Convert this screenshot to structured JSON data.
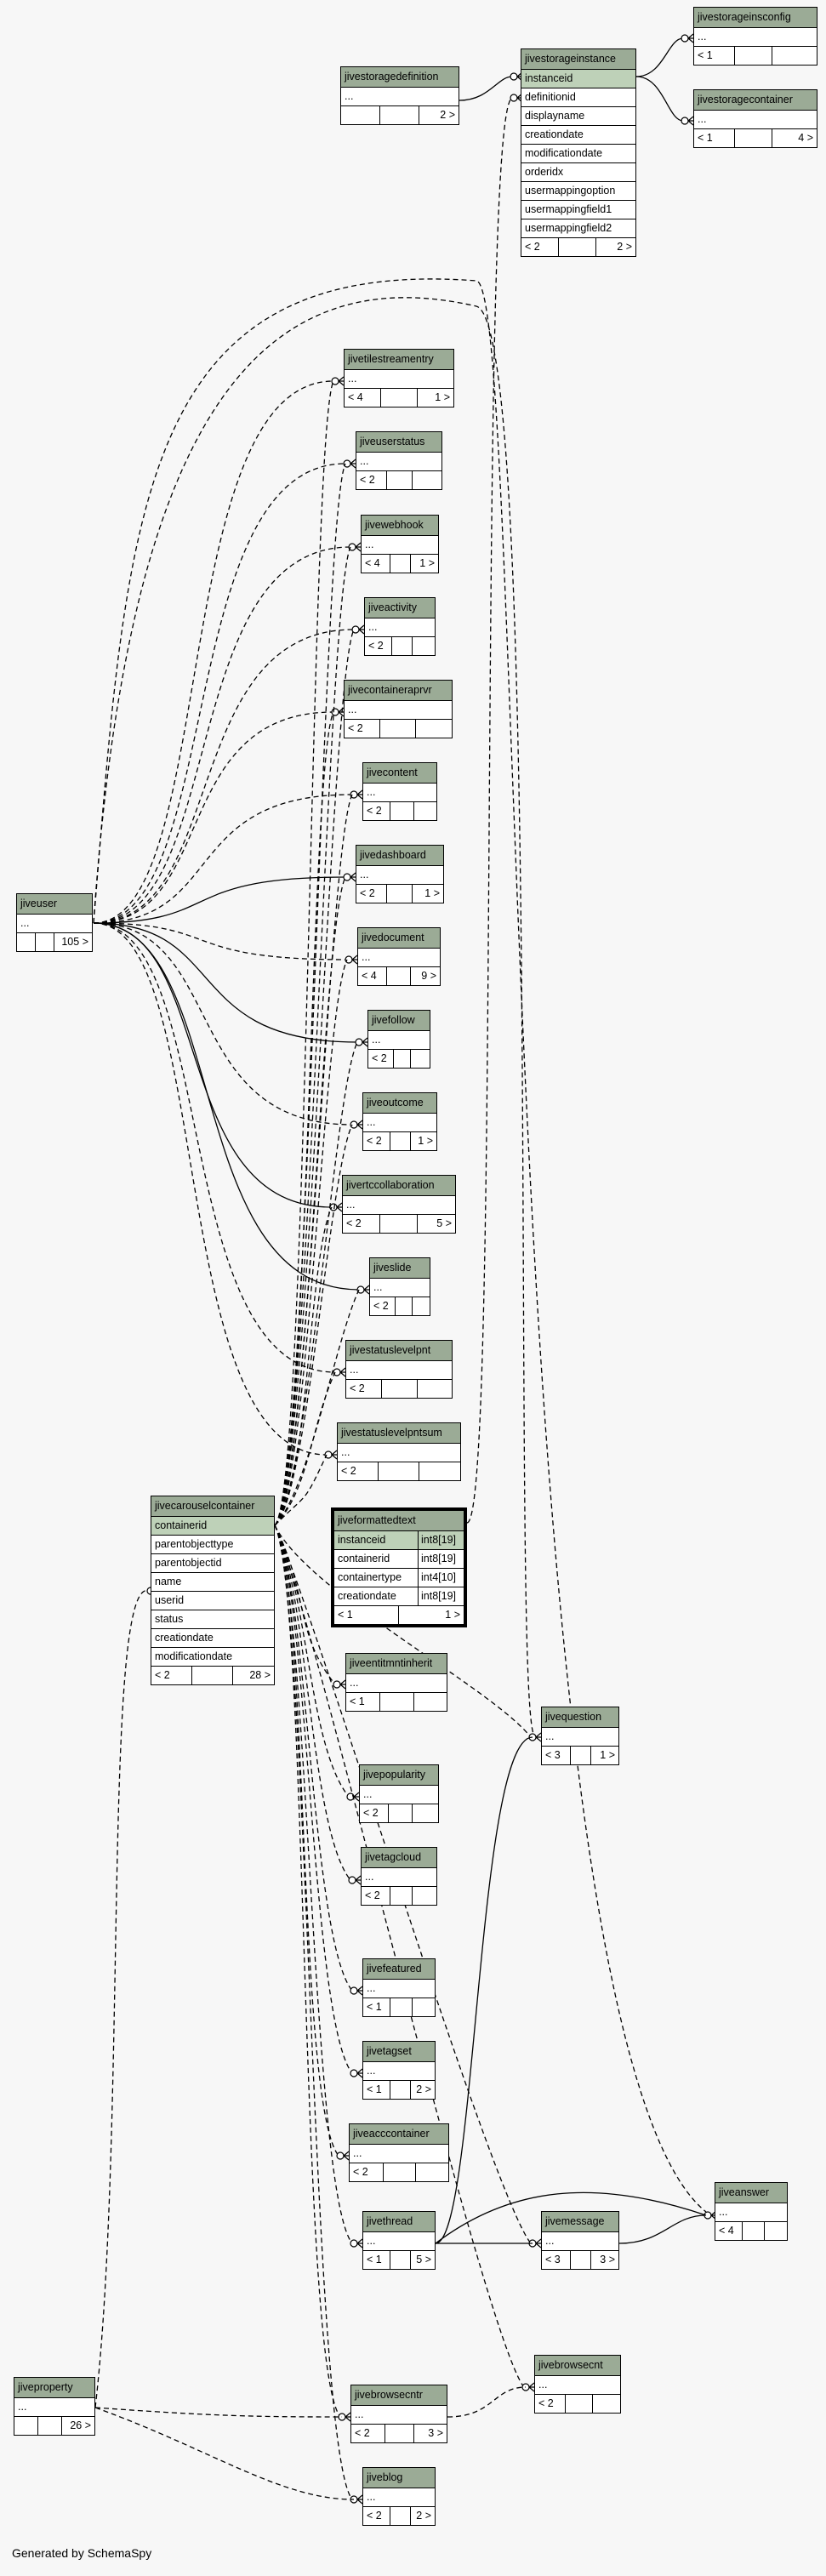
{
  "footer_text": "Generated by SchemaSpy",
  "tables": {
    "jivestorageinsconfig": {
      "name": "jivestorageinsconfig",
      "rows": [
        "..."
      ],
      "parents": "< 1",
      "children": ""
    },
    "jivestoragecontainer": {
      "name": "jivestoragecontainer",
      "rows": [
        "..."
      ],
      "parents": "< 1",
      "children": "4 >"
    },
    "jivestoragedefinition": {
      "name": "jivestoragedefinition",
      "rows": [
        "..."
      ],
      "parents": "",
      "children": "2 >"
    },
    "jivestorageinstance": {
      "name": "jivestorageinstance",
      "rows": [
        "instanceid",
        "definitionid",
        "displayname",
        "creationdate",
        "modificationdate",
        "orderidx",
        "usermappingoption",
        "usermappingfield1",
        "usermappingfield2"
      ],
      "parents": "< 2",
      "children": "2 >"
    },
    "jivetilestreamentry": {
      "name": "jivetilestreamentry",
      "rows": [
        "..."
      ],
      "parents": "< 4",
      "children": "1 >"
    },
    "jiveuserstatus": {
      "name": "jiveuserstatus",
      "rows": [
        "..."
      ],
      "parents": "< 2",
      "children": ""
    },
    "jivewebhook": {
      "name": "jivewebhook",
      "rows": [
        "..."
      ],
      "parents": "< 4",
      "children": "1 >"
    },
    "jiveactivity": {
      "name": "jiveactivity",
      "rows": [
        "..."
      ],
      "parents": "< 2",
      "children": ""
    },
    "jivecontaineraprvr": {
      "name": "jivecontaineraprvr",
      "rows": [
        "..."
      ],
      "parents": "< 2",
      "children": ""
    },
    "jivecontent": {
      "name": "jivecontent",
      "rows": [
        "..."
      ],
      "parents": "< 2",
      "children": ""
    },
    "jivedashboard": {
      "name": "jivedashboard",
      "rows": [
        "..."
      ],
      "parents": "< 2",
      "children": "1 >"
    },
    "jiveuser": {
      "name": "jiveuser",
      "rows": [
        "..."
      ],
      "parents": "",
      "children": "105 >"
    },
    "jivedocument": {
      "name": "jivedocument",
      "rows": [
        "..."
      ],
      "parents": "< 4",
      "children": "9 >"
    },
    "jivefollow": {
      "name": "jivefollow",
      "rows": [
        "..."
      ],
      "parents": "< 2",
      "children": ""
    },
    "jiveoutcome": {
      "name": "jiveoutcome",
      "rows": [
        "..."
      ],
      "parents": "< 2",
      "children": "1 >"
    },
    "jivertccollaboration": {
      "name": "jivertccollaboration",
      "rows": [
        "..."
      ],
      "parents": "< 2",
      "children": "5 >"
    },
    "jiveslide": {
      "name": "jiveslide",
      "rows": [
        "..."
      ],
      "parents": "< 2",
      "children": ""
    },
    "jivestatuslevelpnt": {
      "name": "jivestatuslevelpnt",
      "rows": [
        "..."
      ],
      "parents": "< 2",
      "children": ""
    },
    "jivestatuslevelpntsum": {
      "name": "jivestatuslevelpntsum",
      "rows": [
        "..."
      ],
      "parents": "< 2",
      "children": ""
    },
    "jivecarouselcontainer": {
      "name": "jivecarouselcontainer",
      "rows": [
        "containerid",
        "parentobjecttype",
        "parentobjectid",
        "name",
        "userid",
        "status",
        "creationdate",
        "modificationdate"
      ],
      "parents": "< 2",
      "children": "28 >"
    },
    "jiveformattedtext": {
      "name": "jiveformattedtext",
      "rows": [
        "instanceid",
        "containerid",
        "containertype",
        "creationdate"
      ],
      "types": [
        "int8[19]",
        "int8[19]",
        "int4[10]",
        "int8[19]"
      ],
      "parents": "< 1",
      "children": "1 >"
    },
    "jiveentitmntinherit": {
      "name": "jiveentitmntinherit",
      "rows": [
        "..."
      ],
      "parents": "< 1",
      "children": ""
    },
    "jivequestion": {
      "name": "jivequestion",
      "rows": [
        "..."
      ],
      "parents": "< 3",
      "children": "1 >"
    },
    "jivepopularity": {
      "name": "jivepopularity",
      "rows": [
        "..."
      ],
      "parents": "< 2",
      "children": ""
    },
    "jivetagcloud": {
      "name": "jivetagcloud",
      "rows": [
        "..."
      ],
      "parents": "< 2",
      "children": ""
    },
    "jivefeatured": {
      "name": "jivefeatured",
      "rows": [
        "..."
      ],
      "parents": "< 1",
      "children": ""
    },
    "jivetagset": {
      "name": "jivetagset",
      "rows": [
        "..."
      ],
      "parents": "< 1",
      "children": "2 >"
    },
    "jiveacccontainer": {
      "name": "jiveacccontainer",
      "rows": [
        "..."
      ],
      "parents": "< 2",
      "children": ""
    },
    "jiveanswer": {
      "name": "jiveanswer",
      "rows": [
        "..."
      ],
      "parents": "< 4",
      "children": ""
    },
    "jivethread": {
      "name": "jivethread",
      "rows": [
        "..."
      ],
      "parents": "< 1",
      "children": "5 >"
    },
    "jivemessage": {
      "name": "jivemessage",
      "rows": [
        "..."
      ],
      "parents": "< 3",
      "children": "3 >"
    },
    "jivebrowsecnt": {
      "name": "jivebrowsecnt",
      "rows": [
        "..."
      ],
      "parents": "< 2",
      "children": ""
    },
    "jiveproperty": {
      "name": "jiveproperty",
      "rows": [
        "..."
      ],
      "parents": "",
      "children": "26 >"
    },
    "jivebrowsecntr": {
      "name": "jivebrowsecntr",
      "rows": [
        "..."
      ],
      "parents": "< 2",
      "children": "3 >"
    },
    "jiveblog": {
      "name": "jiveblog",
      "rows": [
        "..."
      ],
      "parents": "< 2",
      "children": "2 >"
    }
  }
}
